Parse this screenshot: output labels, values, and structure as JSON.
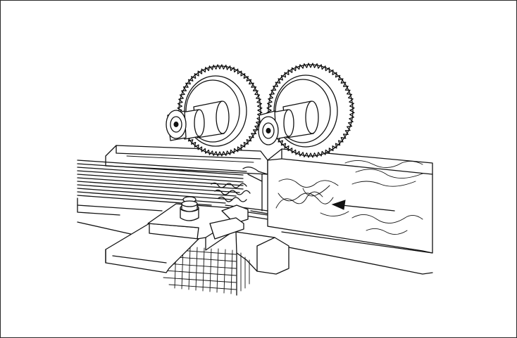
{
  "figure": {
    "subject": "",
    "colors": {
      "line": "#111111",
      "background": "#ffffff",
      "frame": "#2a2a2a"
    },
    "parts": [
      "gear-left",
      "gear-right",
      "spindle-left",
      "spindle-right",
      "fence-board",
      "bed-slats",
      "wood-workpiece",
      "feed-arrow",
      "guard-plate",
      "clamp-bolt",
      "mesh-guard",
      "base-bracket"
    ]
  }
}
